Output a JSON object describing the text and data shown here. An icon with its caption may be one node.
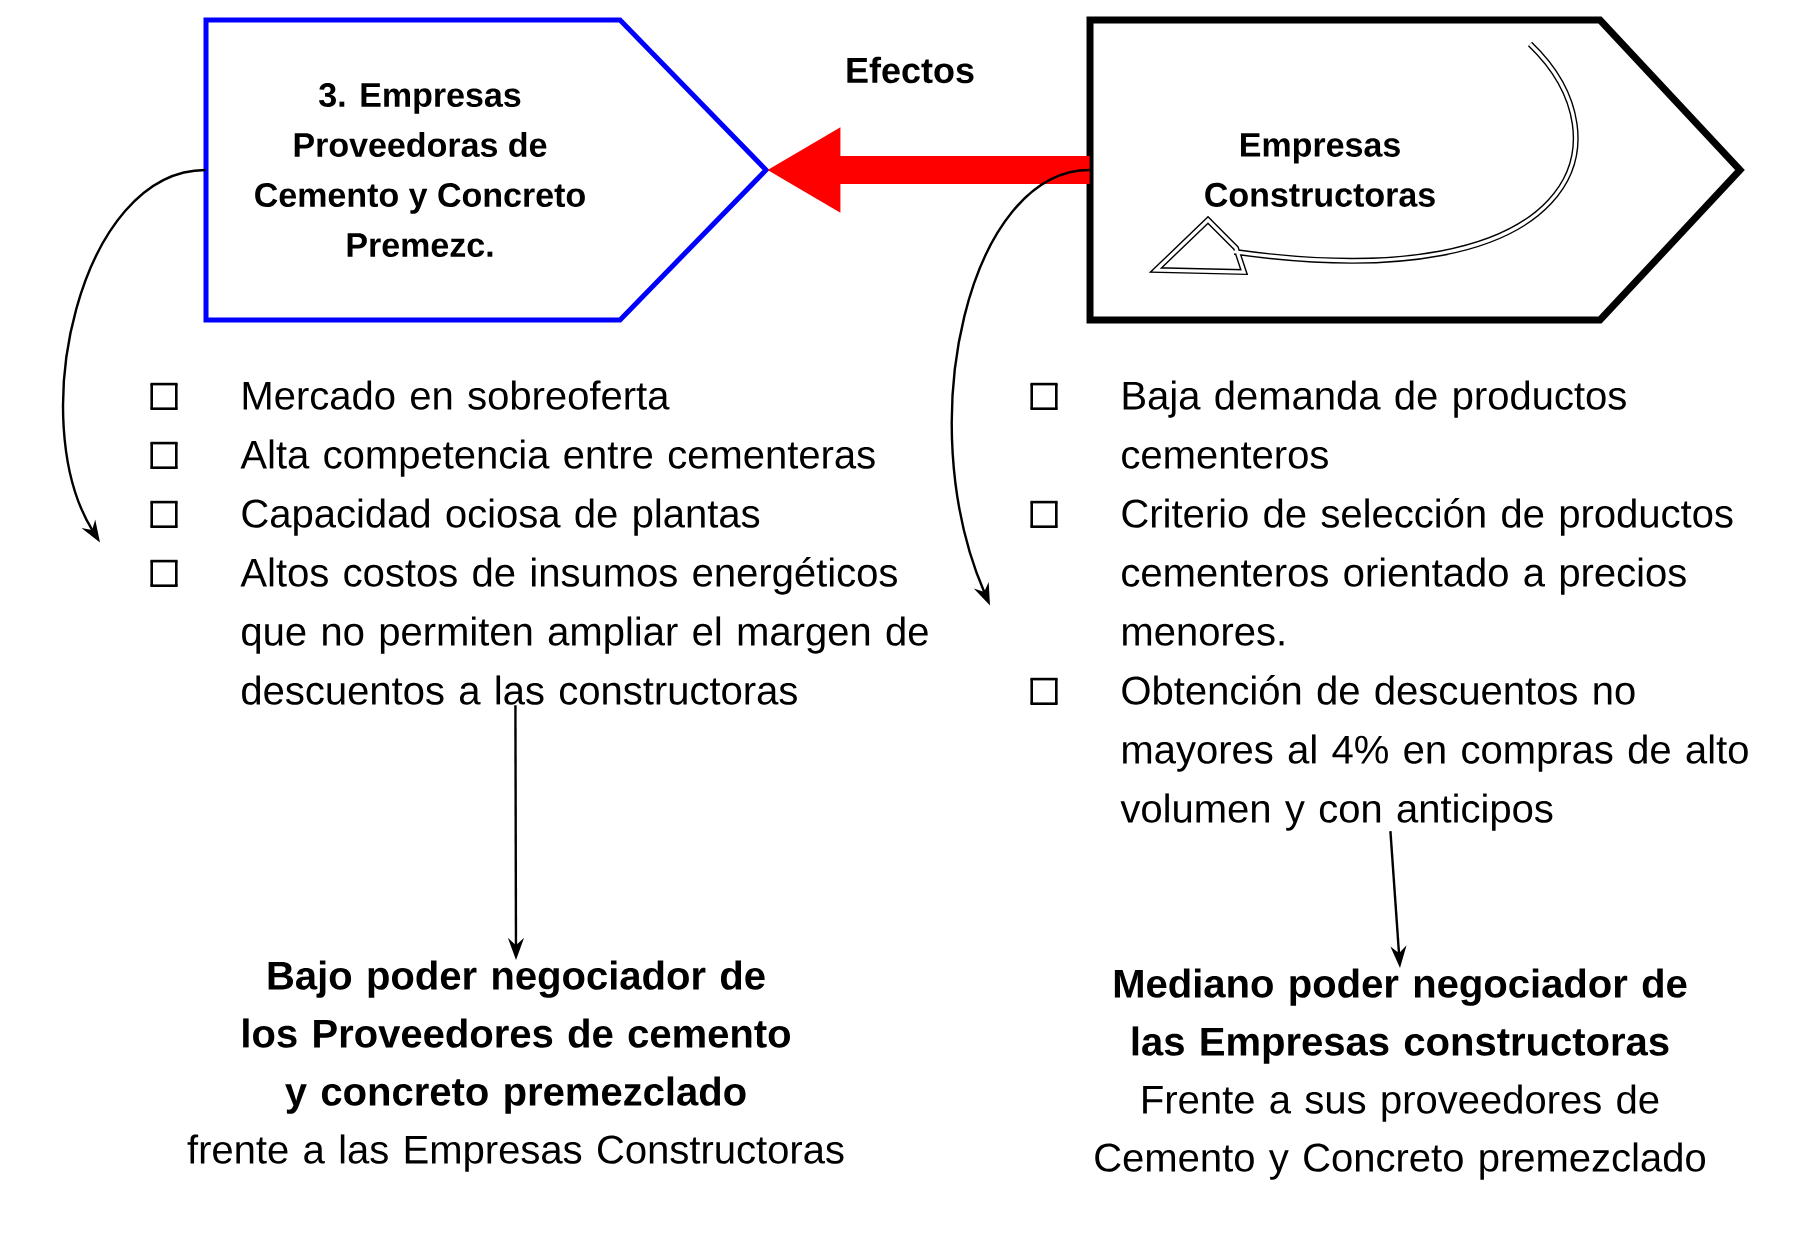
{
  "diagram": {
    "nodes": [
      {
        "text": [
          "3. Empresas Proveedoras de Cemento y Concreto Premezc."
        ]
      },
      {
        "text": [
          "Empresas Constructoras"
        ]
      },
      {
        "text": [
          "Mercado en sobreoferta",
          "Alta competencia entre cementeras",
          "Capacidad ociosa de plantas",
          "Altos costos de insumos energéticos que no permiten ampliar el margen de descuentos a las constructoras"
        ]
      },
      {
        "text": [
          "Baja demanda de productos cementeros",
          "Criterio de selección de productos cementeros orientado a precios menores.",
          "Obtención de descuentos no mayores al 4% en compras de alto volumen y con anticipos"
        ]
      },
      {
        "text": [
          "Bajo poder negociador de los Proveedores de cemento y concreto premezclado",
          "frente a las Empresas Constructoras"
        ]
      },
      {
        "text": [
          "Mediano poder negociador de las Empresas constructoras",
          "Frente a sus proveedores de Cemento y Concreto premezclado"
        ]
      }
    ],
    "edges": [
      {
        "from": 1,
        "to": 0,
        "arrow": "to",
        "label": "Efectos",
        "style": "thick",
        "color": "#ff0000"
      },
      {
        "from": 0,
        "to": 2,
        "arrow": "to"
      },
      {
        "from": 1,
        "to": 3,
        "arrow": "to"
      },
      {
        "from": 2,
        "to": 4,
        "arrow": "to"
      },
      {
        "from": 3,
        "to": 5,
        "arrow": "to"
      }
    ]
  }
}
